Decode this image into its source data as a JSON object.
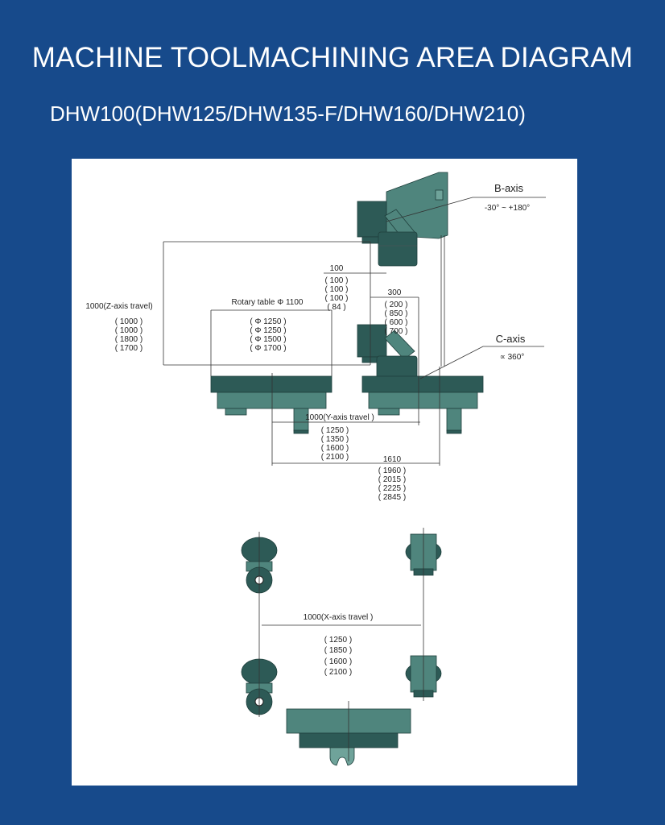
{
  "header": {
    "title": "MACHINE TOOLMACHINING AREA DIAGRAM",
    "subtitle": "DHW100(DHW125/DHW135-F/DHW160/DHW210)"
  },
  "diagram": {
    "b_axis": {
      "label": "B-axis",
      "range": "-30°  ~ +180°"
    },
    "c_axis": {
      "label": "C-axis",
      "range": "∝ 360°"
    },
    "offset_100": {
      "value": "100",
      "variants": [
        "( 100 )",
        "( 100 )",
        "( 100 )",
        "( 84 )"
      ]
    },
    "offset_300": {
      "value": "300",
      "variants": [
        "( 200 )",
        "( 850 )",
        "( 600 )",
        "( 700 )"
      ]
    },
    "rotary_table": {
      "label": "Rotary table Φ 1100",
      "variants": [
        "( Φ 1250 )",
        "( Φ 1250 )",
        "( Φ 1500 )",
        "( Φ 1700 )"
      ]
    },
    "z_travel": {
      "label": "1000(Z-axis travel)",
      "variants": [
        "( 1000 )",
        "( 1000 )",
        "( 1800 )",
        "( 1700 )"
      ]
    },
    "y_travel": {
      "label": "1000(Y-axis travel )",
      "variants": [
        "( 1250 )",
        "( 1350 )",
        "( 1600 )",
        "( 2100 )"
      ]
    },
    "overall_1610": {
      "label": "1610",
      "variants": [
        "( 1960 )",
        "( 2015 )",
        "( 2225 )",
        "( 2845 )"
      ]
    },
    "x_travel": {
      "label": "1000(X-axis travel )",
      "variants": [
        "( 1250 )",
        "( 1850 )",
        "( 1600 )",
        "( 2100 )"
      ]
    }
  }
}
